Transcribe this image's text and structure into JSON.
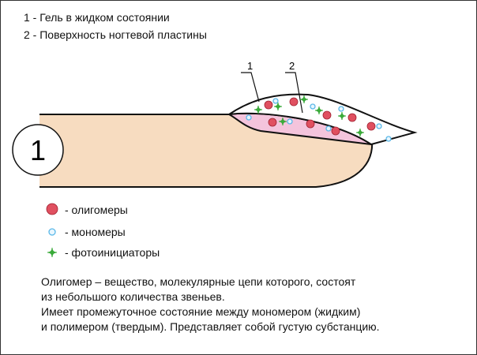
{
  "legend_top": [
    "1 - Гель в жидком состоянии",
    "2 - Поверхность ногтевой пластины"
  ],
  "figure_number": "1",
  "callouts": [
    "1",
    "2"
  ],
  "legend_items": [
    {
      "icon": "red-circle",
      "label": "- олигомеры",
      "color": "#e05060"
    },
    {
      "icon": "blue-circle",
      "label": "- мономеры",
      "color": "#5ab8e8"
    },
    {
      "icon": "green-star",
      "label": "- фотоинициаторы",
      "color": "#3aaa3a"
    }
  ],
  "description": [
    "Олигомер – вещество, молекулярные цепи которого, состоят",
    "из небольшого количества звеньев.",
    "Имеет промежуточное состояние между мономером (жидким)",
    "и полимером (твердым). Представляет собой густую субстанцию."
  ],
  "colors": {
    "skin": "#f7dcc0",
    "nail": "#f4c4dc",
    "gel": "#ffffff"
  }
}
